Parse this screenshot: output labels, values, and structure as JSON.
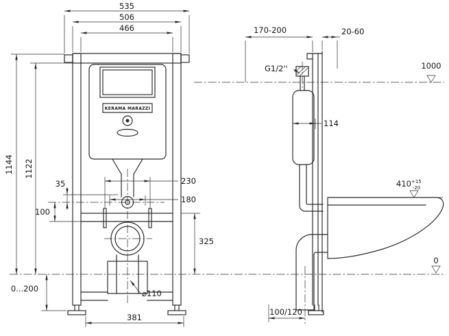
{
  "drawing": {
    "ink_color": "#2b2b2b",
    "brand": "KERAMA MARAZZI",
    "front_view": {
      "dim_width_outer": "535",
      "dim_width_rails": "506",
      "dim_width_inner": "466",
      "dim_height_total": "1144",
      "dim_height_frame": "1122",
      "dim_stud_spacing_a": "230",
      "dim_stud_spacing_b": "180",
      "dim_offset_top": "35",
      "dim_inlet_height": "100",
      "dim_rail_to_floor": "325",
      "dim_foot_adjust": "0...200",
      "dim_drain_diameter": "⌀110",
      "dim_feet_span": "381"
    },
    "side_view": {
      "dim_depth": "170-200",
      "dim_wall_thickness": "20-60",
      "label_water_connection": "G1/2''",
      "level_top": "1000",
      "dim_cistern_depth": "114",
      "level_seat": "410",
      "level_seat_tol_up": "+15",
      "level_seat_tol_down": "-20",
      "level_floor": "0",
      "dim_drain_offset": "100/120"
    }
  }
}
